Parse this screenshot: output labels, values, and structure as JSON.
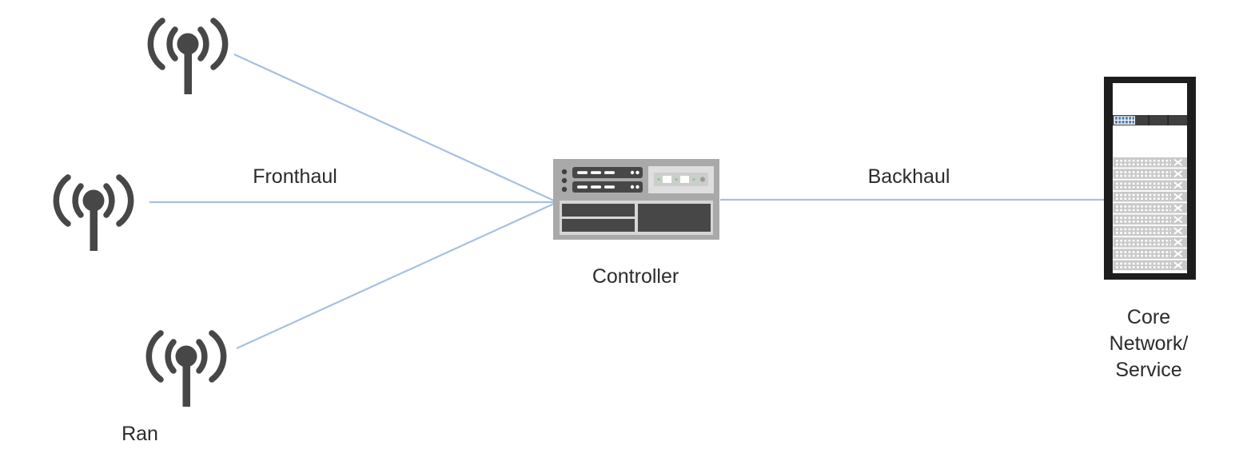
{
  "diagram": {
    "type": "network-topology",
    "nodes": {
      "ran": {
        "label": "Ran",
        "icon": "radio-antenna-icon",
        "antenna_count": 3
      },
      "controller": {
        "label": "Controller",
        "icon": "network-controller-icon"
      },
      "core": {
        "label": "Core Network/Service",
        "label_lines": [
          "Core",
          "Network/",
          "Service"
        ],
        "icon": "server-rack-icon"
      }
    },
    "links": {
      "fronthaul": {
        "label": "Fronthaul",
        "from": "ran",
        "to": "controller"
      },
      "backhaul": {
        "label": "Backhaul",
        "from": "controller",
        "to": "core"
      }
    },
    "colors": {
      "connector": "#a6c0e0",
      "icon_dark": "#474747",
      "rack_frame": "#1d1d1d",
      "text": "#2b2b2b"
    }
  }
}
